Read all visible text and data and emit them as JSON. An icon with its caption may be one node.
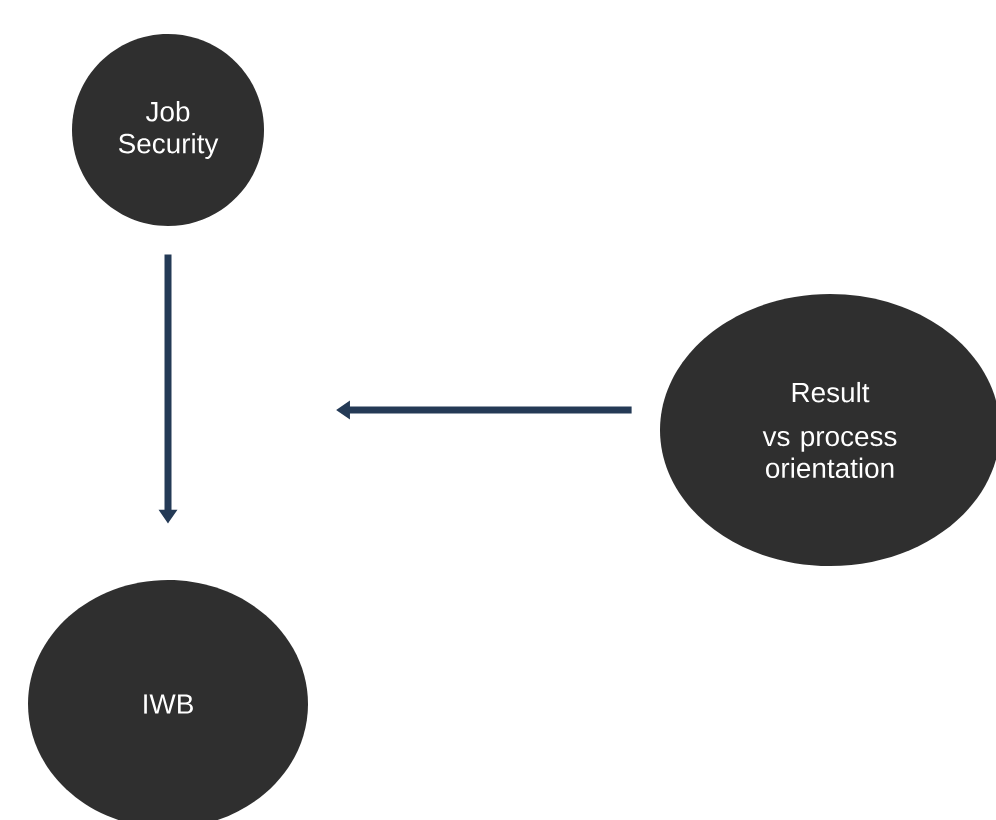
{
  "diagram": {
    "nodes": [
      {
        "text": [
          "Job Security"
        ]
      },
      {
        "text": [
          "Result",
          "vs process orientation"
        ]
      },
      {
        "text": [
          "IWB"
        ]
      }
    ],
    "edges": [
      {
        "from": 0,
        "to": 2,
        "arrow": "to"
      },
      {
        "from": 1,
        "to": null,
        "arrow": "to"
      }
    ]
  }
}
